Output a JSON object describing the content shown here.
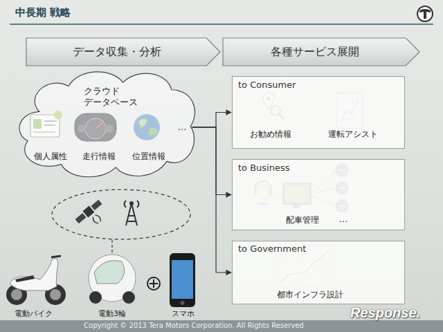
{
  "diagram": {
    "title": "中長期 戦略",
    "nodes": [
      {
        "text": [
          "データ収集・分析"
        ]
      },
      {
        "text": [
          "各種サービス展開"
        ]
      },
      {
        "text": [
          "クラウド データベース",
          "個人属性",
          "走行情報",
          "位置情報",
          "…"
        ]
      },
      {
        "text": [
          "to Consumer",
          "お勧め情報",
          "運転アシスト"
        ]
      },
      {
        "text": [
          "to Business",
          "配車管理",
          "…"
        ]
      },
      {
        "text": [
          "to Government",
          "都市インフラ設計"
        ]
      }
    ],
    "edges": [
      {
        "from": 2,
        "to": 3,
        "arrow": "to"
      },
      {
        "from": 2,
        "to": 4,
        "arrow": "to"
      },
      {
        "from": 2,
        "to": 5,
        "arrow": "to"
      }
    ],
    "labels": [
      "電動バイク",
      "電動3輪",
      "スマホ",
      "Copyright © 2013 Tera Motors Corporation. All Rights Reserved",
      "Response."
    ]
  }
}
